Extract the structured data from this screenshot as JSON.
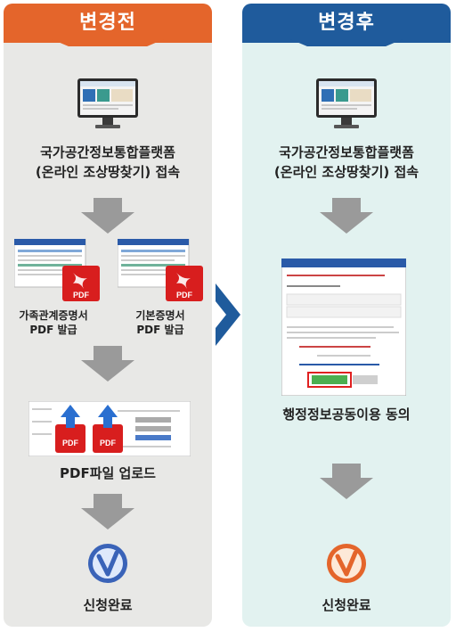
{
  "before": {
    "header": "변경전",
    "step1_line1": "국가공간정보통합플랫폼",
    "step1_line2": "(온라인 조상땅찾기) 접속",
    "doc_left_line1": "가족관계증명서",
    "doc_left_line2": "PDF 발급",
    "doc_right_line1": "기본증명서",
    "doc_right_line2": "PDF 발급",
    "pdf_badge": "PDF",
    "upload_label": "PDF파일 업로드",
    "done_label": "신청완료"
  },
  "after": {
    "header": "변경후",
    "step1_line1": "국가공간정보통합플랫폼",
    "step1_line2": "(온라인 조상땅찾기) 접속",
    "consent_label": "행정정보공동이용 동의",
    "done_label": "신청완료"
  },
  "colors": {
    "before_header": "#e4652b",
    "after_header": "#1f5b9c",
    "before_bg": "#e8e8e6",
    "after_bg": "#e2f2f0",
    "arrow_gray": "#9a9a9a",
    "center_arrow": "#1f5b9c",
    "check_before": "#3a63b8",
    "check_after": "#e4652b"
  }
}
